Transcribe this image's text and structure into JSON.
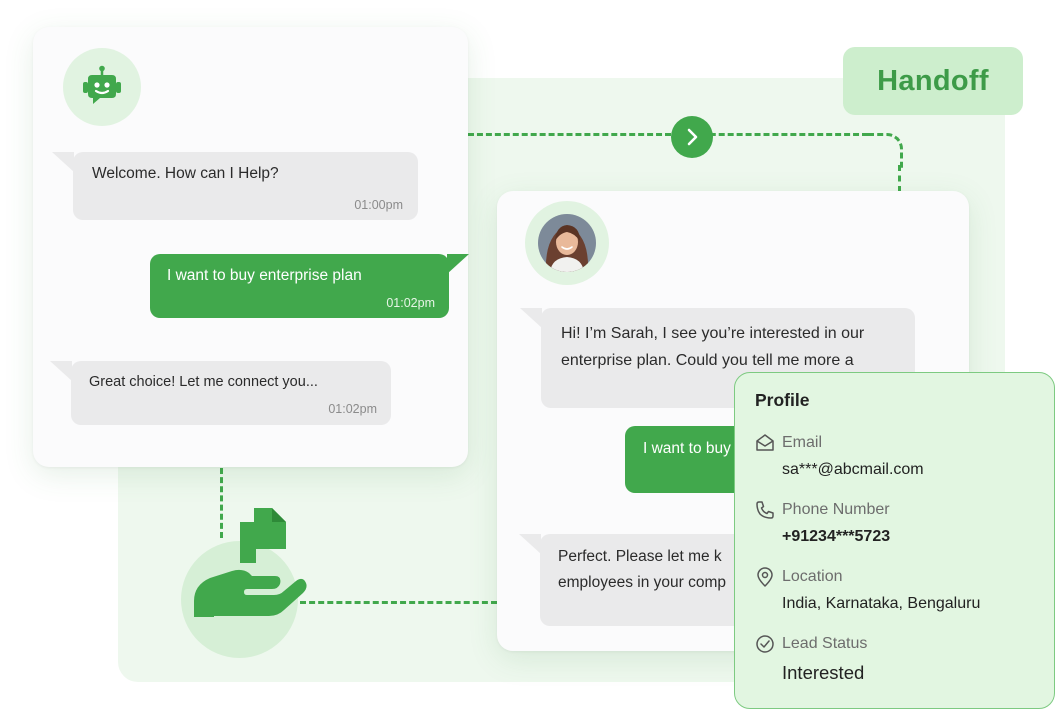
{
  "header": {
    "handoff_label": "Handoff"
  },
  "bot_chat": {
    "messages": [
      {
        "from": "bot",
        "text": "Welcome. How can I Help?",
        "time": "01:00pm"
      },
      {
        "from": "user",
        "text": "I want to buy enterprise plan",
        "time": "01:02pm"
      },
      {
        "from": "bot",
        "text": "Great choice! Let me connect you...",
        "time": "01:02pm"
      }
    ]
  },
  "agent_chat": {
    "agent_message_line1": "Hi! I’m Sarah, I see you’re interested in our",
    "agent_message_line2": "enterprise plan. Could you tell me more a",
    "user_message": "I want to buy",
    "agent_message2_line1": "Perfect. Please let me k",
    "agent_message2_line2": "employees in your comp"
  },
  "profile": {
    "title": "Profile",
    "fields": [
      {
        "label": "Email",
        "value": "sa***@abcmail.com",
        "icon": "envelope-icon"
      },
      {
        "label": "Phone Number",
        "value": "+91234***5723",
        "icon": "phone-icon"
      },
      {
        "label": "Location",
        "value": "India, Karnataka, Bengaluru",
        "icon": "location-pin-icon"
      },
      {
        "label": "Lead Status",
        "value": "Interested",
        "icon": "check-circle-icon"
      }
    ]
  },
  "colors": {
    "accent": "#41a84c",
    "panel_bg": "#eef8ee",
    "profile_bg": "#e2f6e1",
    "bubble_grey": "#eaeaeb"
  }
}
